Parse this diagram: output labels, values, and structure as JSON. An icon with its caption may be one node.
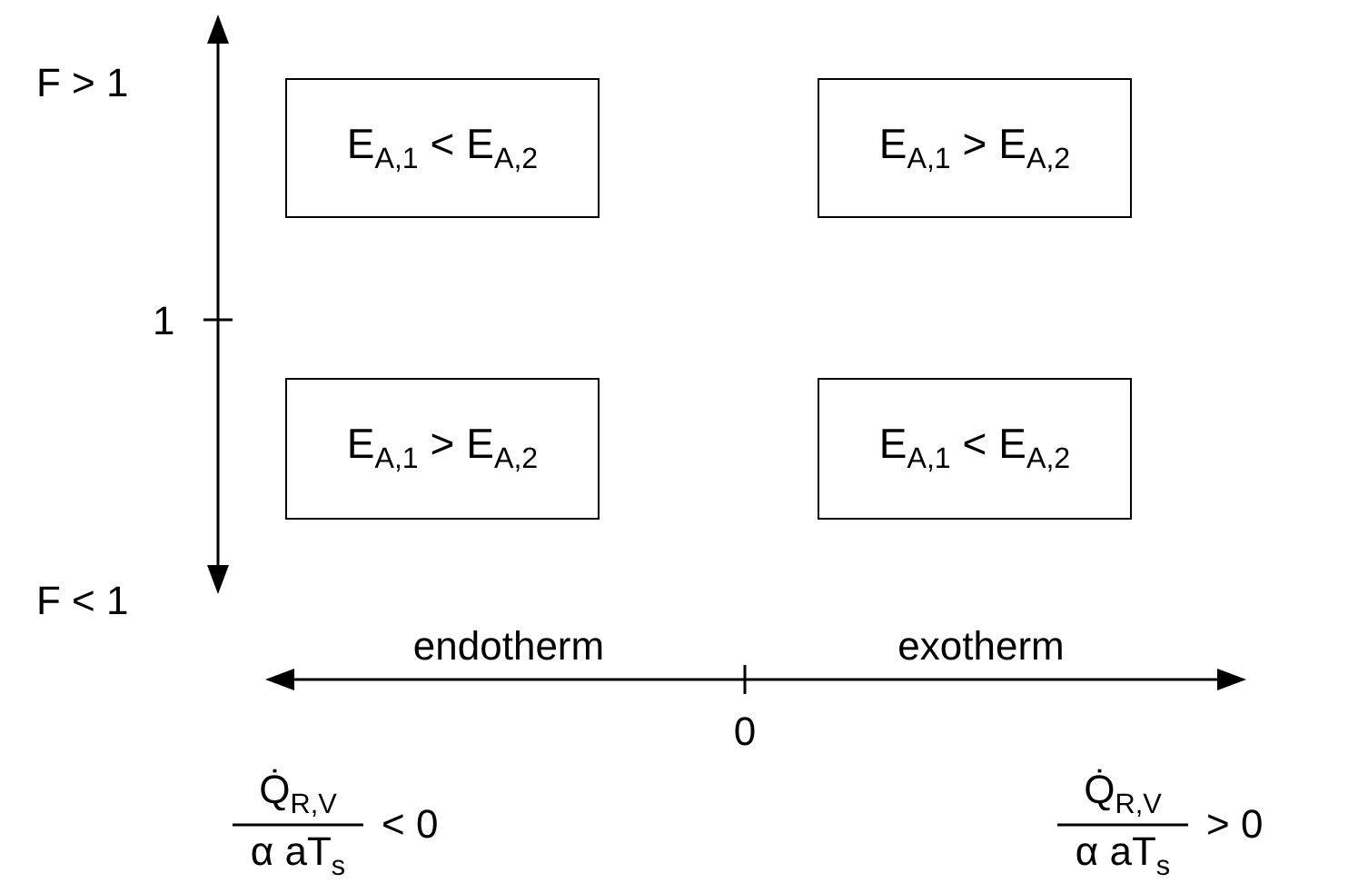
{
  "diagram": {
    "nodes": [
      {
        "text": [
          "E$_{A,1}$ < E$_{A,2}$"
        ]
      },
      {
        "text": [
          "E$_{A,1}$ > E$_{A,2}$"
        ]
      },
      {
        "text": [
          "E$_{A,1}$ > E$_{A,2}$"
        ]
      },
      {
        "text": [
          "E$_{A,1}$ < E$_{A,2}$"
        ]
      }
    ],
    "edges": [],
    "labels": [
      "F > 1",
      "1",
      "F < 1",
      "endotherm",
      "exotherm",
      "0",
      "Q̇$_{R,V}$",
      "α aT$_{s}$",
      "< 0",
      "Q̇$_{R,V}$",
      "α aT$_{s}$",
      "> 0"
    ]
  }
}
